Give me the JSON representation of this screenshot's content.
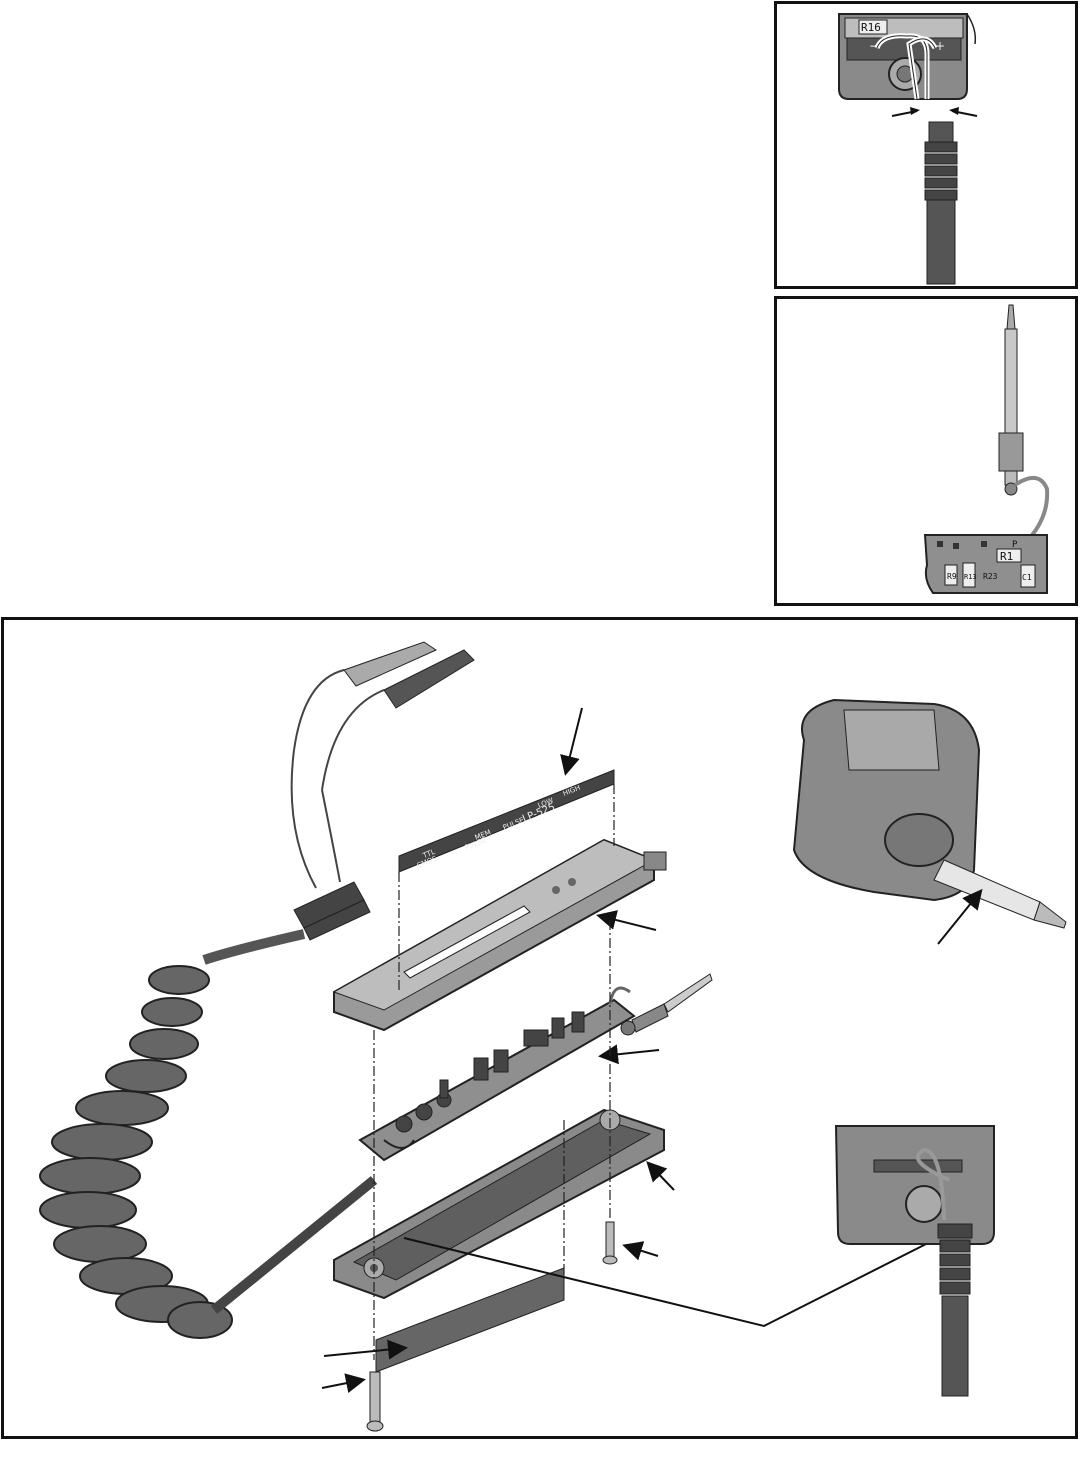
{
  "top_detail": {
    "resistor_label": "R16",
    "minus_sign": "−",
    "plus_sign": "+"
  },
  "mid_detail": {
    "labels": [
      "R1",
      "R9",
      "R13",
      "R23",
      "C1",
      "P"
    ]
  },
  "faceplate": {
    "model": "LP-525",
    "labels": [
      "HIGH",
      "LOW",
      "PULSE",
      "MEM",
      "PULSE",
      "TTL",
      "CMOS"
    ]
  }
}
